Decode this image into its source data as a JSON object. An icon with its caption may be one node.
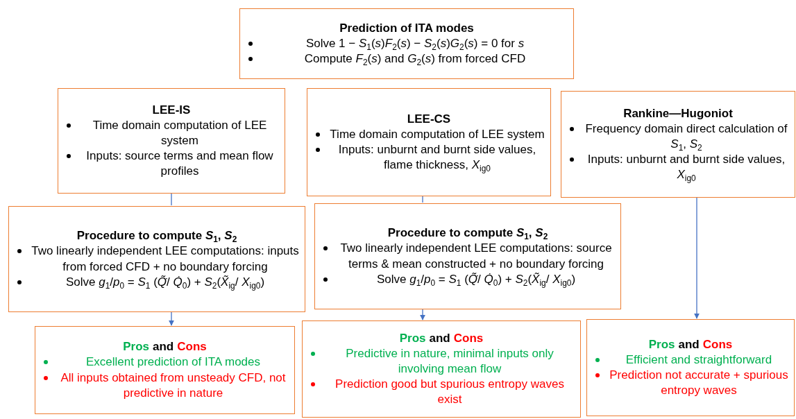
{
  "diagram": {
    "nodes": [
      {
        "text": [
          "Prediction of ITA modes",
          "Solve 1 − *S*$_{1}$(*s*)*F*$_{2}$(*s*) − *S*$_{2}$(*s*)*G*$_{2}$(*s*) = 0 for *s*",
          "Compute *F*$_{2}$(*s*) and *G*$_{2}$(*s*) from forced CFD"
        ]
      },
      {
        "text": [
          "LEE-IS",
          "Time domain computation of LEE system",
          "Inputs: source terms and mean flow profiles"
        ]
      },
      {
        "text": [
          "LEE-CS",
          "Time domain computation of LEE system",
          "Inputs: unburnt and burnt side values, flame thickness, *X*$_{ig0}$"
        ]
      },
      {
        "text": [
          "Rankine—Hugoniot",
          "Frequency domain direct calculation of *S*$_{1}$, *S*$_{2}$",
          "Inputs: unburnt and burnt side values, *X*$_{ig0}$"
        ]
      },
      {
        "text": [
          "Procedure to compute *S*$_{1}$, *S*$_{2}$",
          "Two linearly independent LEE computations: inputs from forced CFD + no boundary forcing",
          "Solve *g*$_{1}$/*p*$_{0}$ = *S*$_{1}$ (*Q̃̇*/ *Q̇*$_{0}$) + *S*$_{2}$(*X̃*$_{ig}$/ *X*$_{ig0}$)"
        ]
      },
      {
        "text": [
          "Procedure to compute *S*$_{1}$, *S*$_{2}$",
          "Two linearly independent LEE computations: source terms & mean constructed + no boundary forcing",
          "Solve *g*$_{1}$/*p*$_{0}$ = *S*$_{1}$ (*Q̃̇*/ *Q̇*$_{0}$) + *S*$_{2}$(*X̃*$_{ig}$/ *X*$_{ig0}$)"
        ]
      },
      {
        "text": [
          "Pros",
          "and",
          "Cons",
          "Excellent prediction of ITA modes",
          "All inputs obtained from unsteady CFD, not predictive in nature"
        ]
      },
      {
        "text": [
          "Pros",
          "and",
          "Cons",
          "Predictive in nature, minimal inputs only involving mean flow",
          "Prediction good but spurious entropy waves exist"
        ]
      },
      {
        "text": [
          "Pros",
          "and",
          "Cons",
          "Efficient and straightforward",
          "Prediction not accurate + spurious entropy waves"
        ]
      }
    ],
    "edges": [
      {
        "from": 1,
        "to": 4,
        "arrow": "none"
      },
      {
        "from": 2,
        "to": 5,
        "arrow": "none"
      },
      {
        "from": 4,
        "to": 6,
        "arrow": "to"
      },
      {
        "from": 5,
        "to": 7,
        "arrow": "to"
      },
      {
        "from": 3,
        "to": 8,
        "arrow": "to"
      }
    ]
  }
}
